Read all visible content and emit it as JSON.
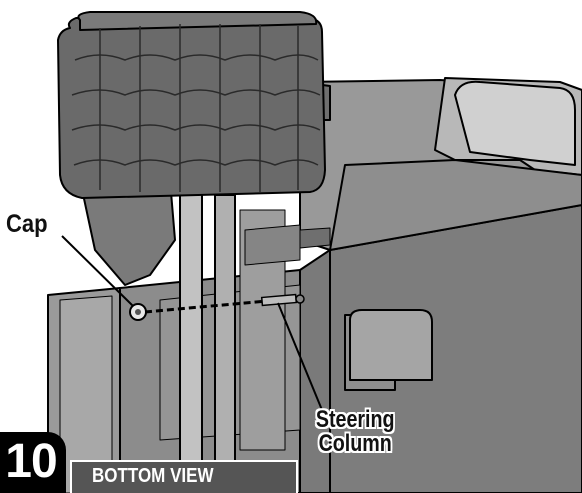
{
  "callouts": {
    "cap": "Cap",
    "steering_line1": "Steering",
    "steering_line2": "Column"
  },
  "step": {
    "number": "10",
    "view": "BOTTOM VIEW"
  },
  "colors": {
    "body": "#8a8a8a",
    "tire": "#6e6e6e",
    "outline": "#000000",
    "badge": "#000000",
    "view_bar": "#555555"
  }
}
